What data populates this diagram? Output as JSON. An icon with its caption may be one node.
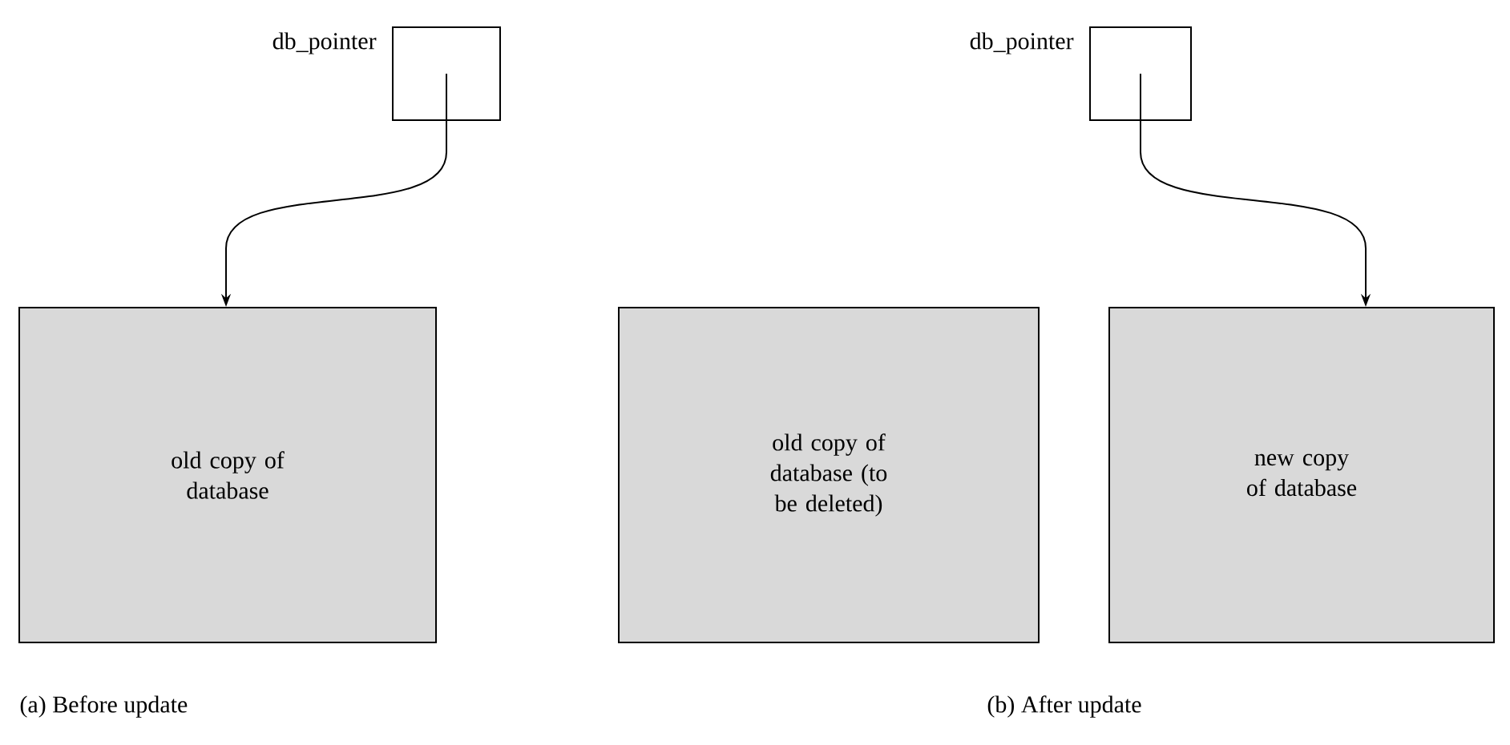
{
  "diagram": {
    "nodes": [
      {
        "text": [],
        "shape": "box",
        "beside": [
          "db_pointer"
        ]
      },
      {
        "text": [
          "old copy of database"
        ]
      },
      {
        "text": [],
        "shape": "box",
        "beside": [
          "db_pointer"
        ]
      },
      {
        "text": [
          "old copy of database (to be deleted)"
        ]
      },
      {
        "text": [
          "new copy of database"
        ]
      }
    ],
    "edges": [
      {
        "from": 0,
        "to": 1,
        "arrow": "to"
      },
      {
        "from": 2,
        "to": 4,
        "arrow": "to"
      }
    ],
    "labels": [
      "(a) Before update",
      "(b) After update"
    ]
  }
}
